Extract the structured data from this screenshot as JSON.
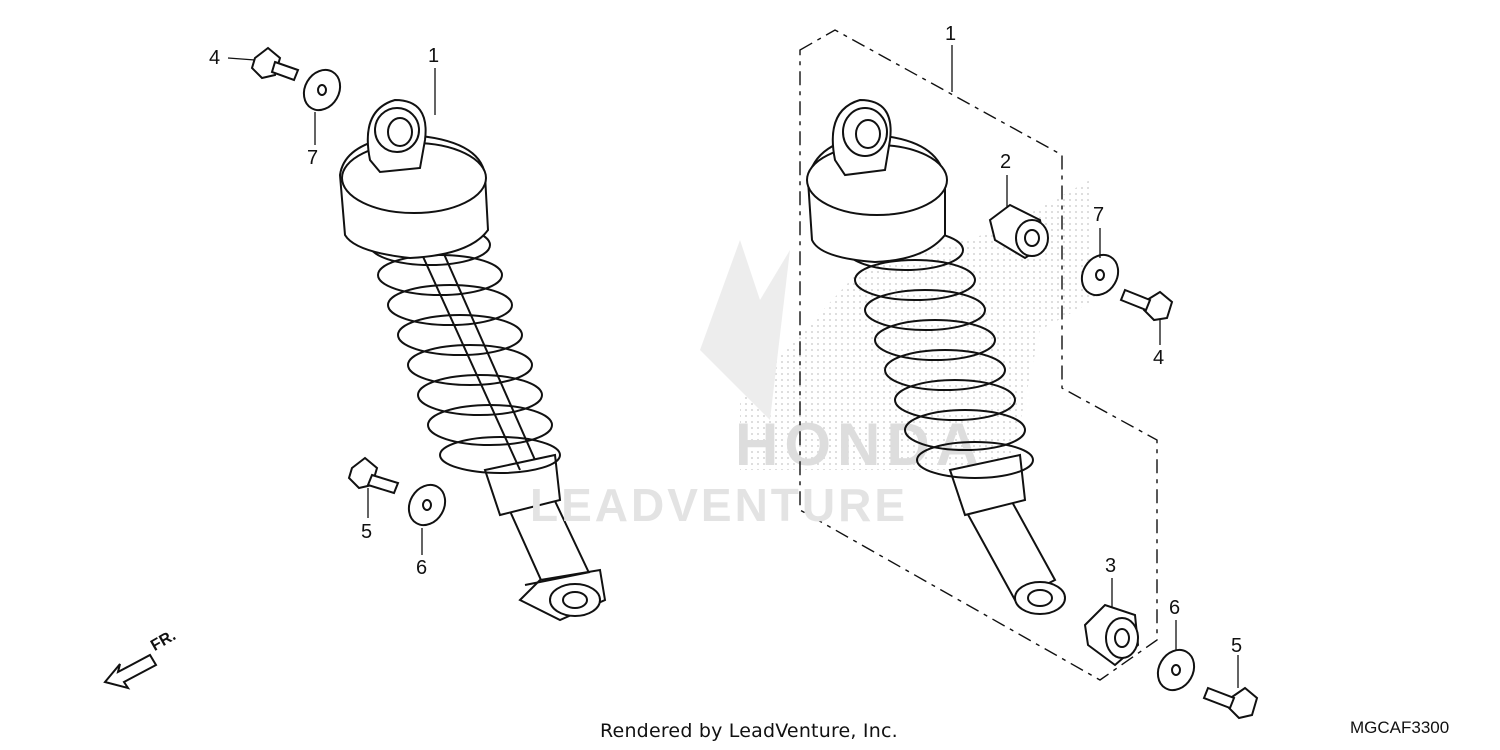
{
  "diagram": {
    "code": "MGCAF3300",
    "credit": "Rendered by LeadVenture, Inc.",
    "direction_label": "FR.",
    "watermark": "LEADVENTURE",
    "colors": {
      "line": "#111111",
      "watermark": "#e3e3e3"
    }
  },
  "callouts": [
    {
      "id": "left-1",
      "text": "1"
    },
    {
      "id": "left-4",
      "text": "4"
    },
    {
      "id": "left-7",
      "text": "7"
    },
    {
      "id": "left-5",
      "text": "5"
    },
    {
      "id": "left-6",
      "text": "6"
    },
    {
      "id": "right-1",
      "text": "1"
    },
    {
      "id": "right-2",
      "text": "2"
    },
    {
      "id": "right-7",
      "text": "7"
    },
    {
      "id": "right-4",
      "text": "4"
    },
    {
      "id": "right-3",
      "text": "3"
    },
    {
      "id": "right-6",
      "text": "6"
    },
    {
      "id": "right-5",
      "text": "5"
    }
  ]
}
